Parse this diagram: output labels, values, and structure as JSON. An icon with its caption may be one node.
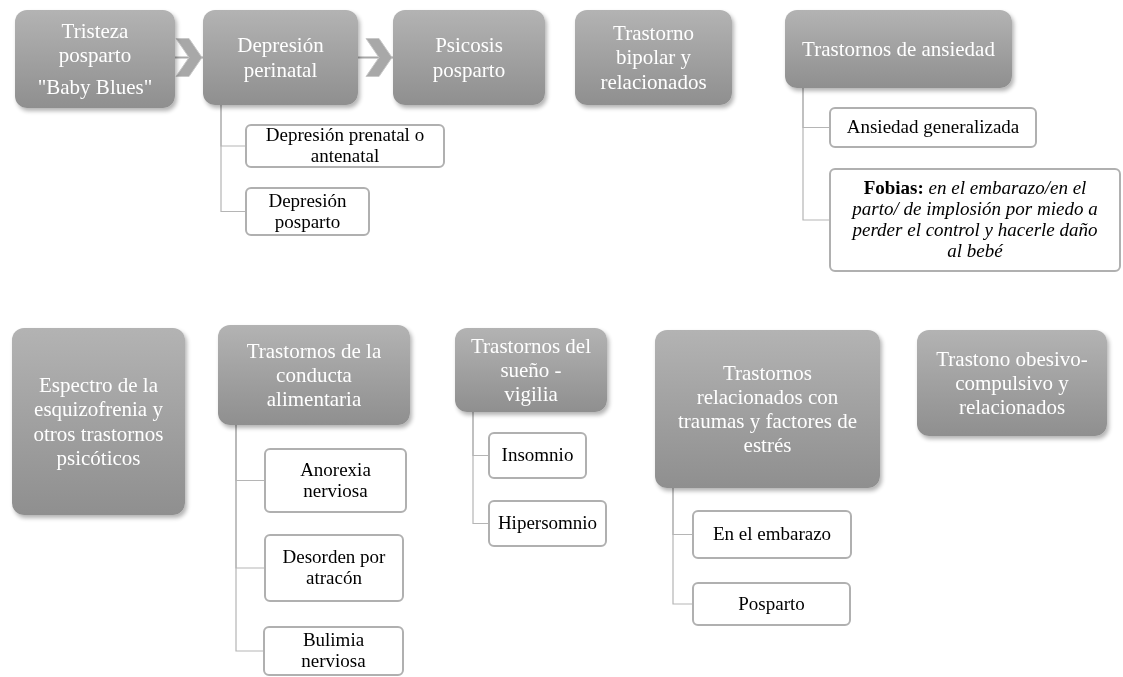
{
  "diagram": {
    "nodes": [
      {
        "text": [
          "Tristeza posparto",
          "\"Baby Blues\""
        ]
      },
      {
        "text": [
          "Depresión perinatal"
        ]
      },
      {
        "text": [
          "Psicosis posparto"
        ]
      },
      {
        "text": [
          "Trastorno bipolar y relacionados"
        ]
      },
      {
        "text": [
          "Trastornos de ansiedad"
        ]
      },
      {
        "text": [
          "Depresión prenatal o antenatal"
        ]
      },
      {
        "text": [
          "Depresión posparto"
        ]
      },
      {
        "text": [
          "Ansiedad generalizada"
        ]
      },
      {
        "text": [
          "**Fobias:** *en el embarazo/en el parto/ de implosión por miedo a perder el control y hacerle daño al bebé*"
        ]
      },
      {
        "text": [
          "Espectro de la esquizofrenia y otros trastornos psicóticos"
        ]
      },
      {
        "text": [
          "Trastornos de la conducta alimentaria"
        ]
      },
      {
        "text": [
          "Anorexia nerviosa"
        ]
      },
      {
        "text": [
          "Desorden por atracón"
        ]
      },
      {
        "text": [
          "Bulimia nerviosa"
        ]
      },
      {
        "text": [
          "Trastornos del sueño - vigilia"
        ]
      },
      {
        "text": [
          "Insomnio"
        ]
      },
      {
        "text": [
          "Hipersomnio"
        ]
      },
      {
        "text": [
          "Trastornos relacionados con traumas y factores de estrés"
        ]
      },
      {
        "text": [
          "En el embarazo"
        ]
      },
      {
        "text": [
          "Posparto"
        ]
      },
      {
        "text": [
          "Trastono obesivo-compulsivo y relacionados"
        ]
      }
    ],
    "edges": [
      {
        "from": 0,
        "to": 1,
        "arrow": "to"
      },
      {
        "from": 1,
        "to": 2,
        "arrow": "to"
      },
      {
        "from": 1,
        "to": 5,
        "arrow": "none"
      },
      {
        "from": 1,
        "to": 6,
        "arrow": "none"
      },
      {
        "from": 4,
        "to": 7,
        "arrow": "none"
      },
      {
        "from": 4,
        "to": 8,
        "arrow": "none"
      },
      {
        "from": 10,
        "to": 11,
        "arrow": "none"
      },
      {
        "from": 10,
        "to": 12,
        "arrow": "none"
      },
      {
        "from": 10,
        "to": 13,
        "arrow": "none"
      },
      {
        "from": 14,
        "to": 15,
        "arrow": "none"
      },
      {
        "from": 14,
        "to": 16,
        "arrow": "none"
      },
      {
        "from": 17,
        "to": 18,
        "arrow": "none"
      },
      {
        "from": 17,
        "to": 19,
        "arrow": "none"
      }
    ]
  }
}
